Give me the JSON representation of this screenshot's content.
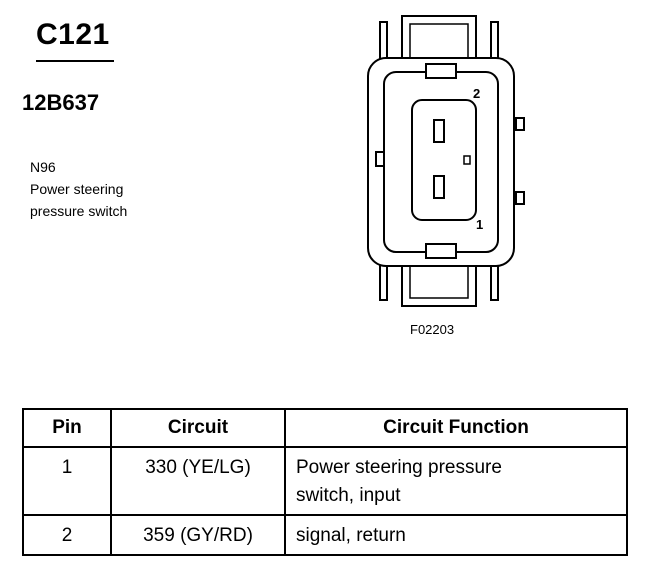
{
  "connector": {
    "id": "C121",
    "part_number": "12B637",
    "component_code": "N96",
    "description_lines": [
      "Power steering",
      "pressure switch"
    ]
  },
  "figure": {
    "code": "F02203",
    "pin_labels": [
      "2",
      "1"
    ]
  },
  "table": {
    "headers": [
      "Pin",
      "Circuit",
      "Circuit Function"
    ],
    "rows": [
      {
        "pin": "1",
        "circuit": "330 (YE/LG)",
        "function_lines": [
          "Power steering pressure",
          "switch, input"
        ]
      },
      {
        "pin": "2",
        "circuit": "359 (GY/RD)",
        "function_lines": [
          "signal, return"
        ]
      }
    ]
  }
}
